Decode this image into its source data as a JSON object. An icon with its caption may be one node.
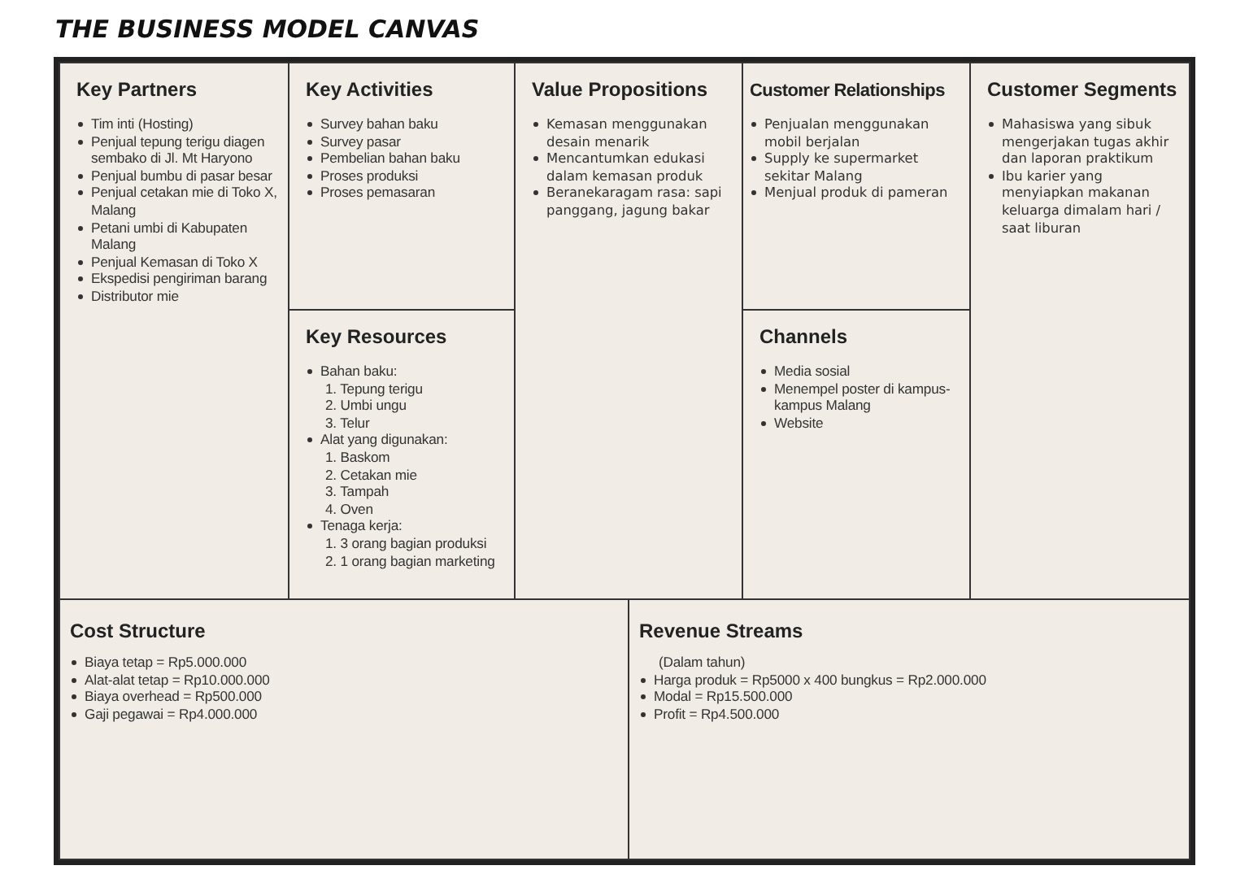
{
  "diagram": {
    "title": "THE BUSINESS MODEL CANVAS",
    "nodes": [
      {
        "text": [
          "Key Partners",
          "Tim inti (Hosting)",
          "Penjual tepung terigu diagen sembako di Jl. Mt Haryono",
          "Penjual bumbu di pasar besar",
          "Penjual cetakan mie di Toko X, Malang",
          "Petani umbi di Kabupaten Malang",
          "Penjual Kemasan di Toko X",
          "Ekspedisi pengiriman barang",
          "Distributor mie"
        ]
      },
      {
        "text": [
          "Key Activities",
          "Survey bahan baku",
          "Survey pasar",
          "Pembelian bahan baku",
          "Proses produksi",
          "Proses pemasaran"
        ]
      },
      {
        "text": [
          "Key Resources",
          "Bahan baku:",
          "1. Tepung terigu",
          "2. Umbi ungu",
          "3. Telur",
          "Alat yang digunakan:",
          "1. Baskom",
          "2. Cetakan mie",
          "3. Tampah",
          "4. Oven",
          "Tenaga kerja:",
          "1. 3 orang bagian produksi",
          "2. 1 orang bagian marketing"
        ]
      },
      {
        "text": [
          "Value Propositions",
          "Kemasan menggunakan desain menarik",
          "Mencantumkan edukasi dalam kemasan produk",
          "Beranekaragam rasa: sapi panggang, jagung bakar"
        ]
      },
      {
        "text": [
          "Customer Relationships",
          "Penjualan menggunakan mobil berjalan",
          "Supply ke supermarket sekitar Malang",
          "Menjual produk di pameran"
        ]
      },
      {
        "text": [
          "Channels",
          "Media sosial",
          "Menempel poster di kampus-kampus Malang",
          "Website"
        ]
      },
      {
        "text": [
          "Customer Segments",
          "Mahasiswa yang sibuk mengerjakan tugas akhir dan laporan praktikum",
          "Ibu karier yang menyiapkan makanan keluarga dimalam hari / saat liburan"
        ]
      },
      {
        "text": [
          "Cost Structure",
          "Biaya tetap = Rp5.000.000",
          "Alat-alat tetap = Rp10.000.000",
          "Biaya overhead = Rp500.000",
          "Gaji pegawai = Rp4.000.000"
        ]
      },
      {
        "text": [
          "Revenue Streams",
          "(Dalam tahun)",
          "Harga produk = Rp5000 x 400 bungkus = Rp2.000.000",
          "Modal = Rp15.500.000",
          "Profit = Rp4.500.000"
        ]
      }
    ]
  }
}
